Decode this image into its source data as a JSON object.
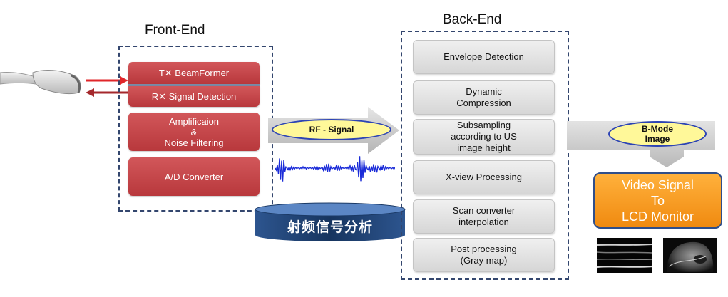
{
  "front_end": {
    "title": "Front-End",
    "tx_block": "T✕ BeamFormer",
    "rx_block": "R✕ Signal Detection",
    "amp_block": "Amplificaion\n&\nNoise Filtering",
    "ad_block": "A/D Converter"
  },
  "signal": {
    "rf_label": "RF - Signal",
    "analysis_label": "射频信号分析"
  },
  "back_end": {
    "title": "Back-End",
    "steps": [
      "Envelope Detection",
      "Dynamic\nCompression",
      "Subsampling\naccording to US\nimage height",
      "X-view Processing",
      "Scan converter\ninterpolation",
      "Post processing\n(Gray map)"
    ]
  },
  "output": {
    "bmode_label": "B-Mode\nImage",
    "video_box": "Video Signal\nTo\nLCD Monitor"
  },
  "colors": {
    "front_block": "#c0444a",
    "back_block": "#e2e2e2",
    "panel_border": "#33466e",
    "rf_oval": "#fff899",
    "video_box": "#f39c1e",
    "cylinder": "#1e3f73"
  }
}
